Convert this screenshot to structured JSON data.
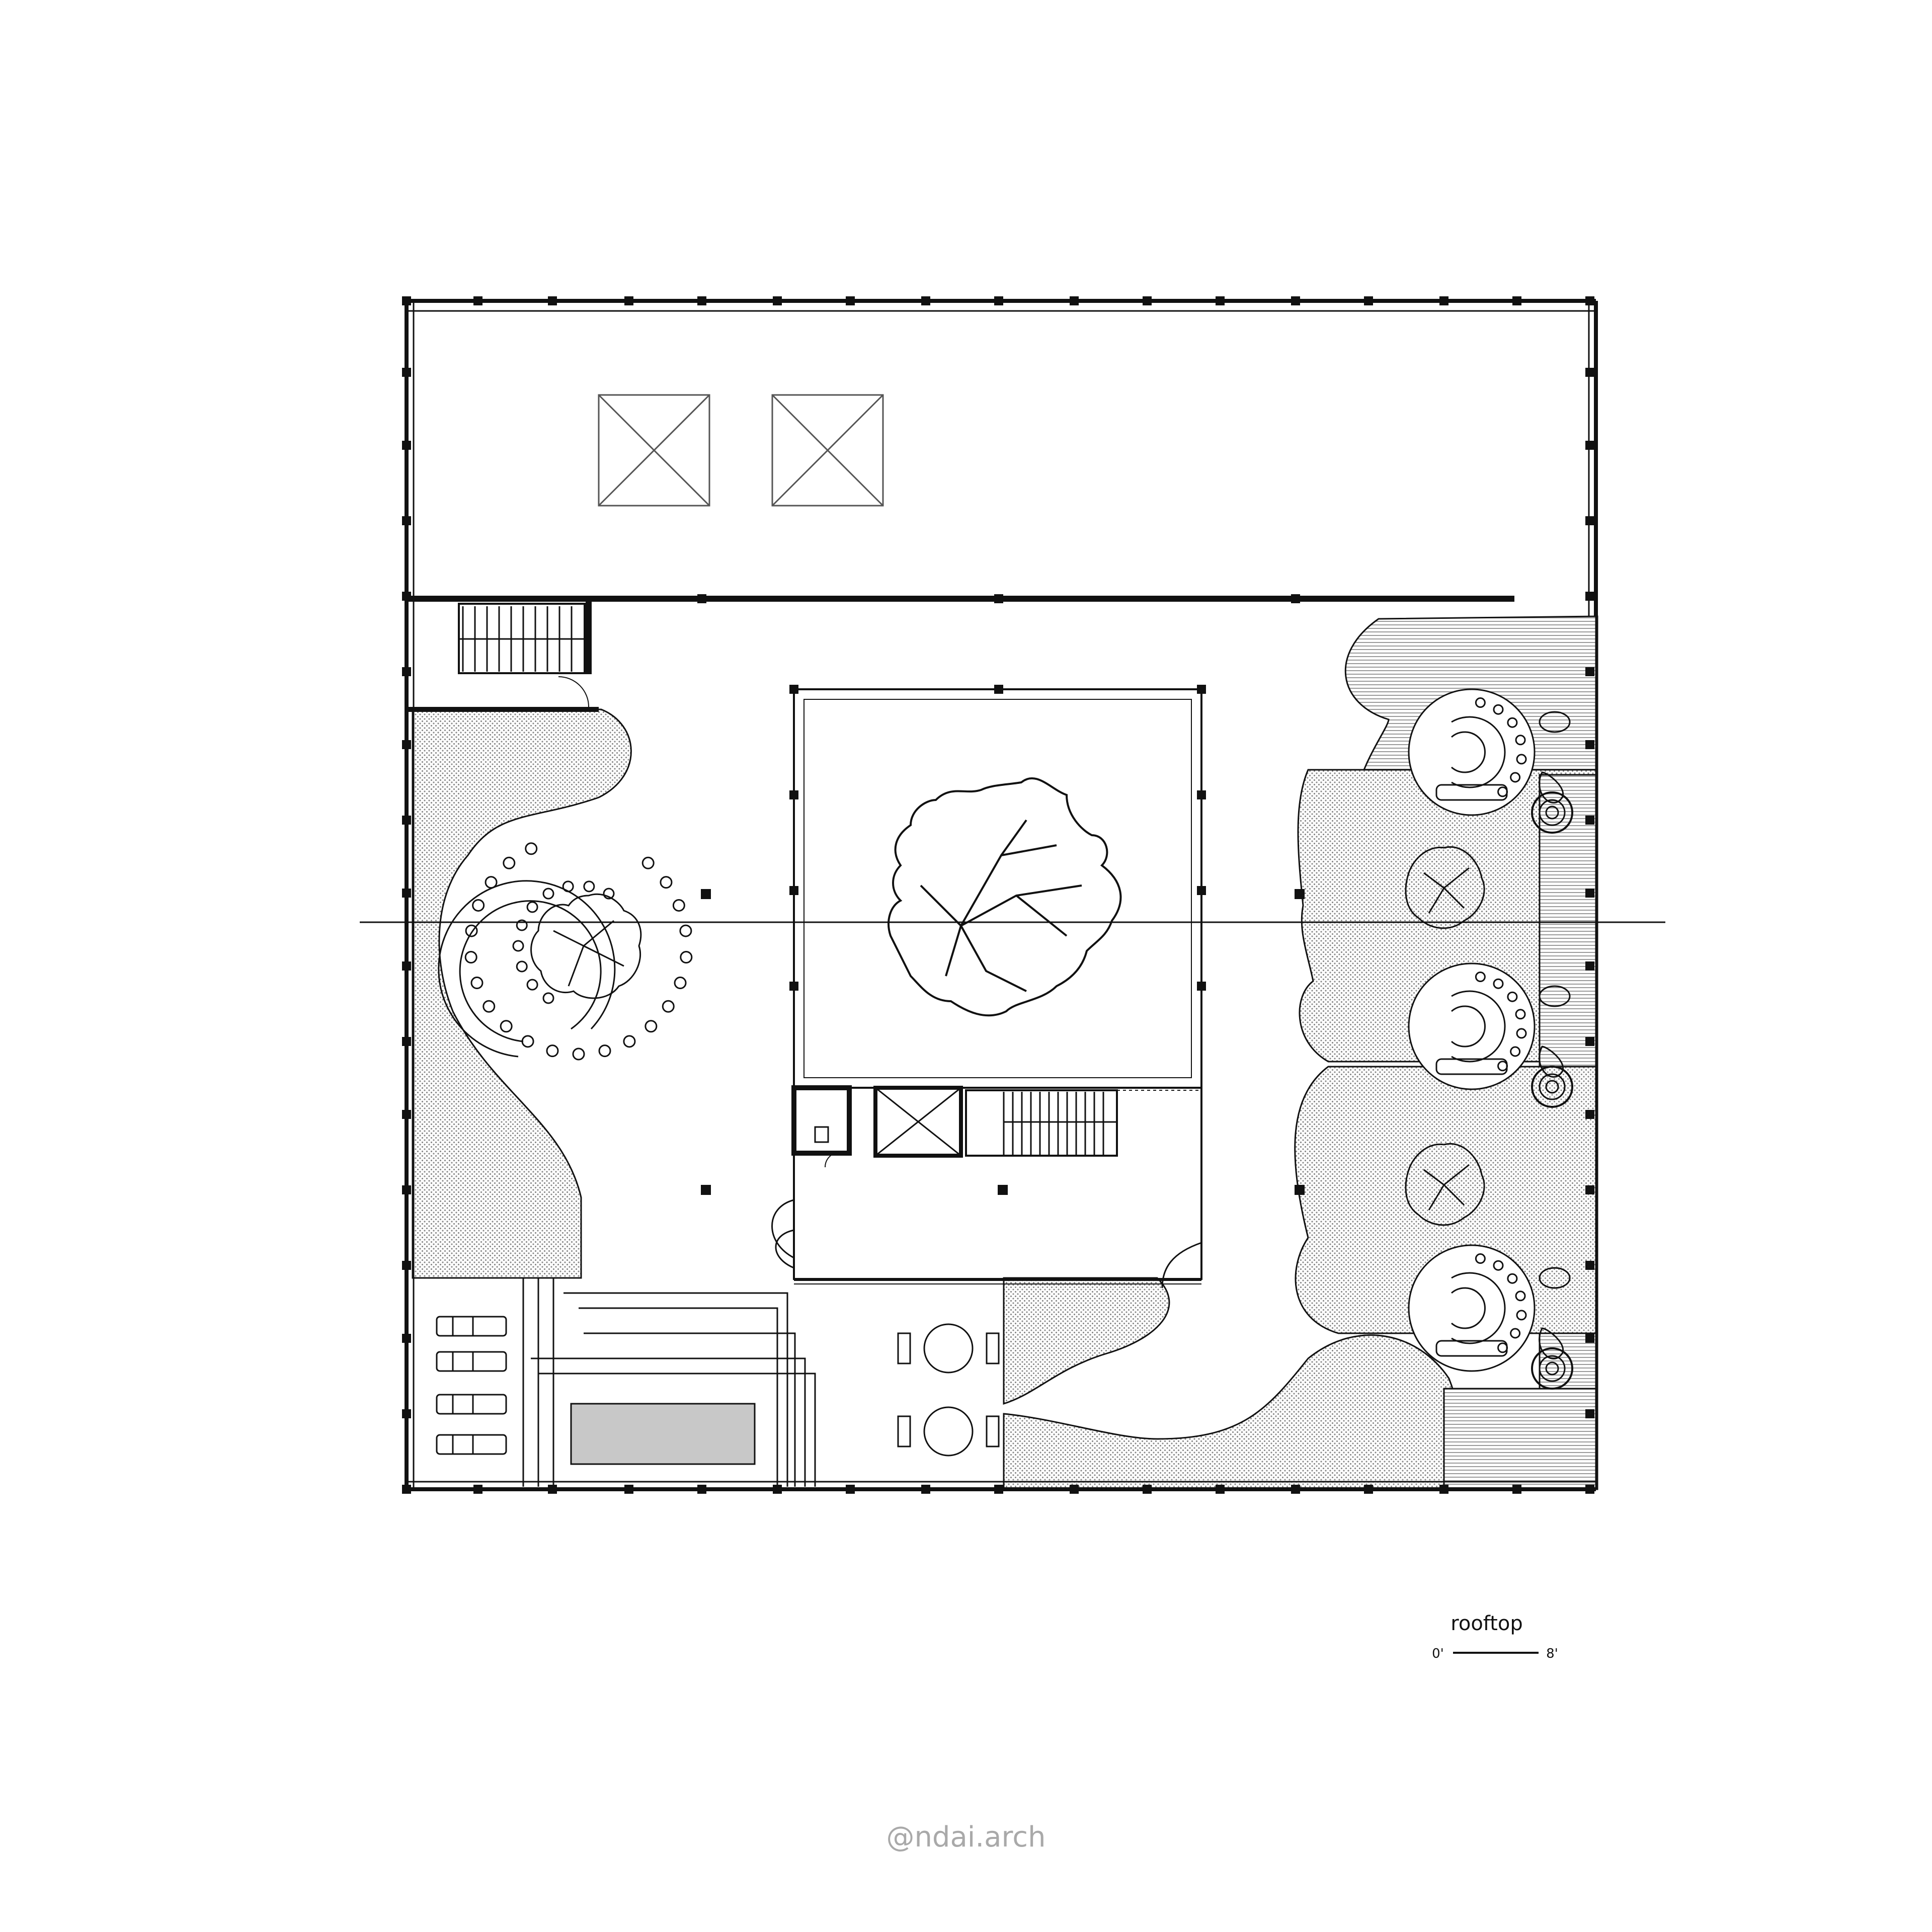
{
  "drawing": {
    "title": "rooftop",
    "scale_bar": {
      "start_label": "0'",
      "end_label": "8'"
    },
    "watermark": "@ndai.arch"
  },
  "colors": {
    "line": "#111111",
    "hatch": "#b5b5b5",
    "pool_water": "#c8c8c8",
    "watermark": "#a9a9a9",
    "background": "#ffffff"
  }
}
